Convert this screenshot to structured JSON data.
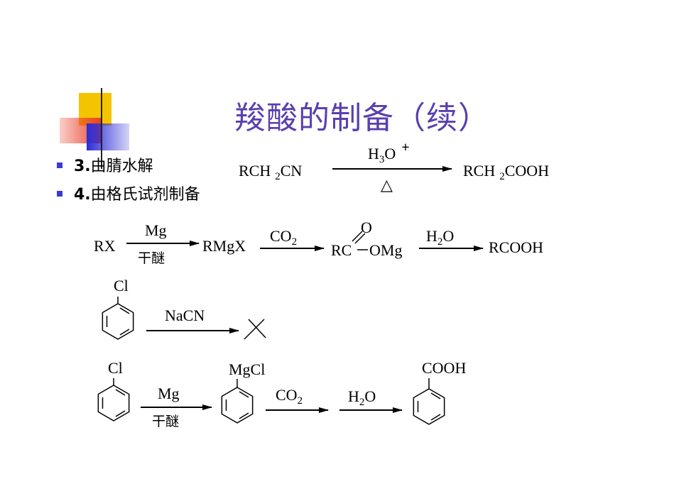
{
  "slide": {
    "title": "羧酸的制备（续）",
    "bullets": [
      {
        "number": "3.",
        "text": "由腈水解"
      },
      {
        "number": "4.",
        "text": "由格氏试剂制备"
      }
    ]
  },
  "colors": {
    "title": "#5a3fae",
    "bullet_marker": "#3b3bd1",
    "deco_yellow": "#f5c400",
    "deco_red": "#e8402a",
    "deco_blue": "#2b2bd6"
  },
  "reactions": {
    "nitrile": {
      "reactant_main": "RCH",
      "reactant_sub": "2",
      "reactant_tail": "CN",
      "reagent_main": "H",
      "reagent_sub": "3",
      "reagent_tail": "O",
      "reagent_sup": "+",
      "condition": "△",
      "product_main": "RCH",
      "product_sub": "2",
      "product_tail": "COOH"
    },
    "grignard": {
      "start": "RX",
      "step1_reagent": "Mg",
      "step1_condition": "干醚",
      "intermediate1": "RMgX",
      "step2_reagent_main": "CO",
      "step2_reagent_sub": "2",
      "carbonyl_o": "O",
      "intermediate2_left": "RC",
      "intermediate2_right": "OMg",
      "step3_reagent_main": "H",
      "step3_reagent_sub": "2",
      "step3_reagent_tail": "O",
      "product": "RCOOH"
    },
    "chlorobenzene_nacn": {
      "substituent": "Cl",
      "reagent": "NaCN"
    },
    "chlorobenzene_grignard": {
      "substituent_start": "Cl",
      "step1_reagent": "Mg",
      "step1_condition": "干醚",
      "substituent_intermediate": "MgCl",
      "step2_reagent_main": "CO",
      "step2_reagent_sub": "2",
      "step3_reagent_main": "H",
      "step3_reagent_sub": "2",
      "step3_reagent_tail": "O",
      "substituent_product": "COOH"
    }
  }
}
